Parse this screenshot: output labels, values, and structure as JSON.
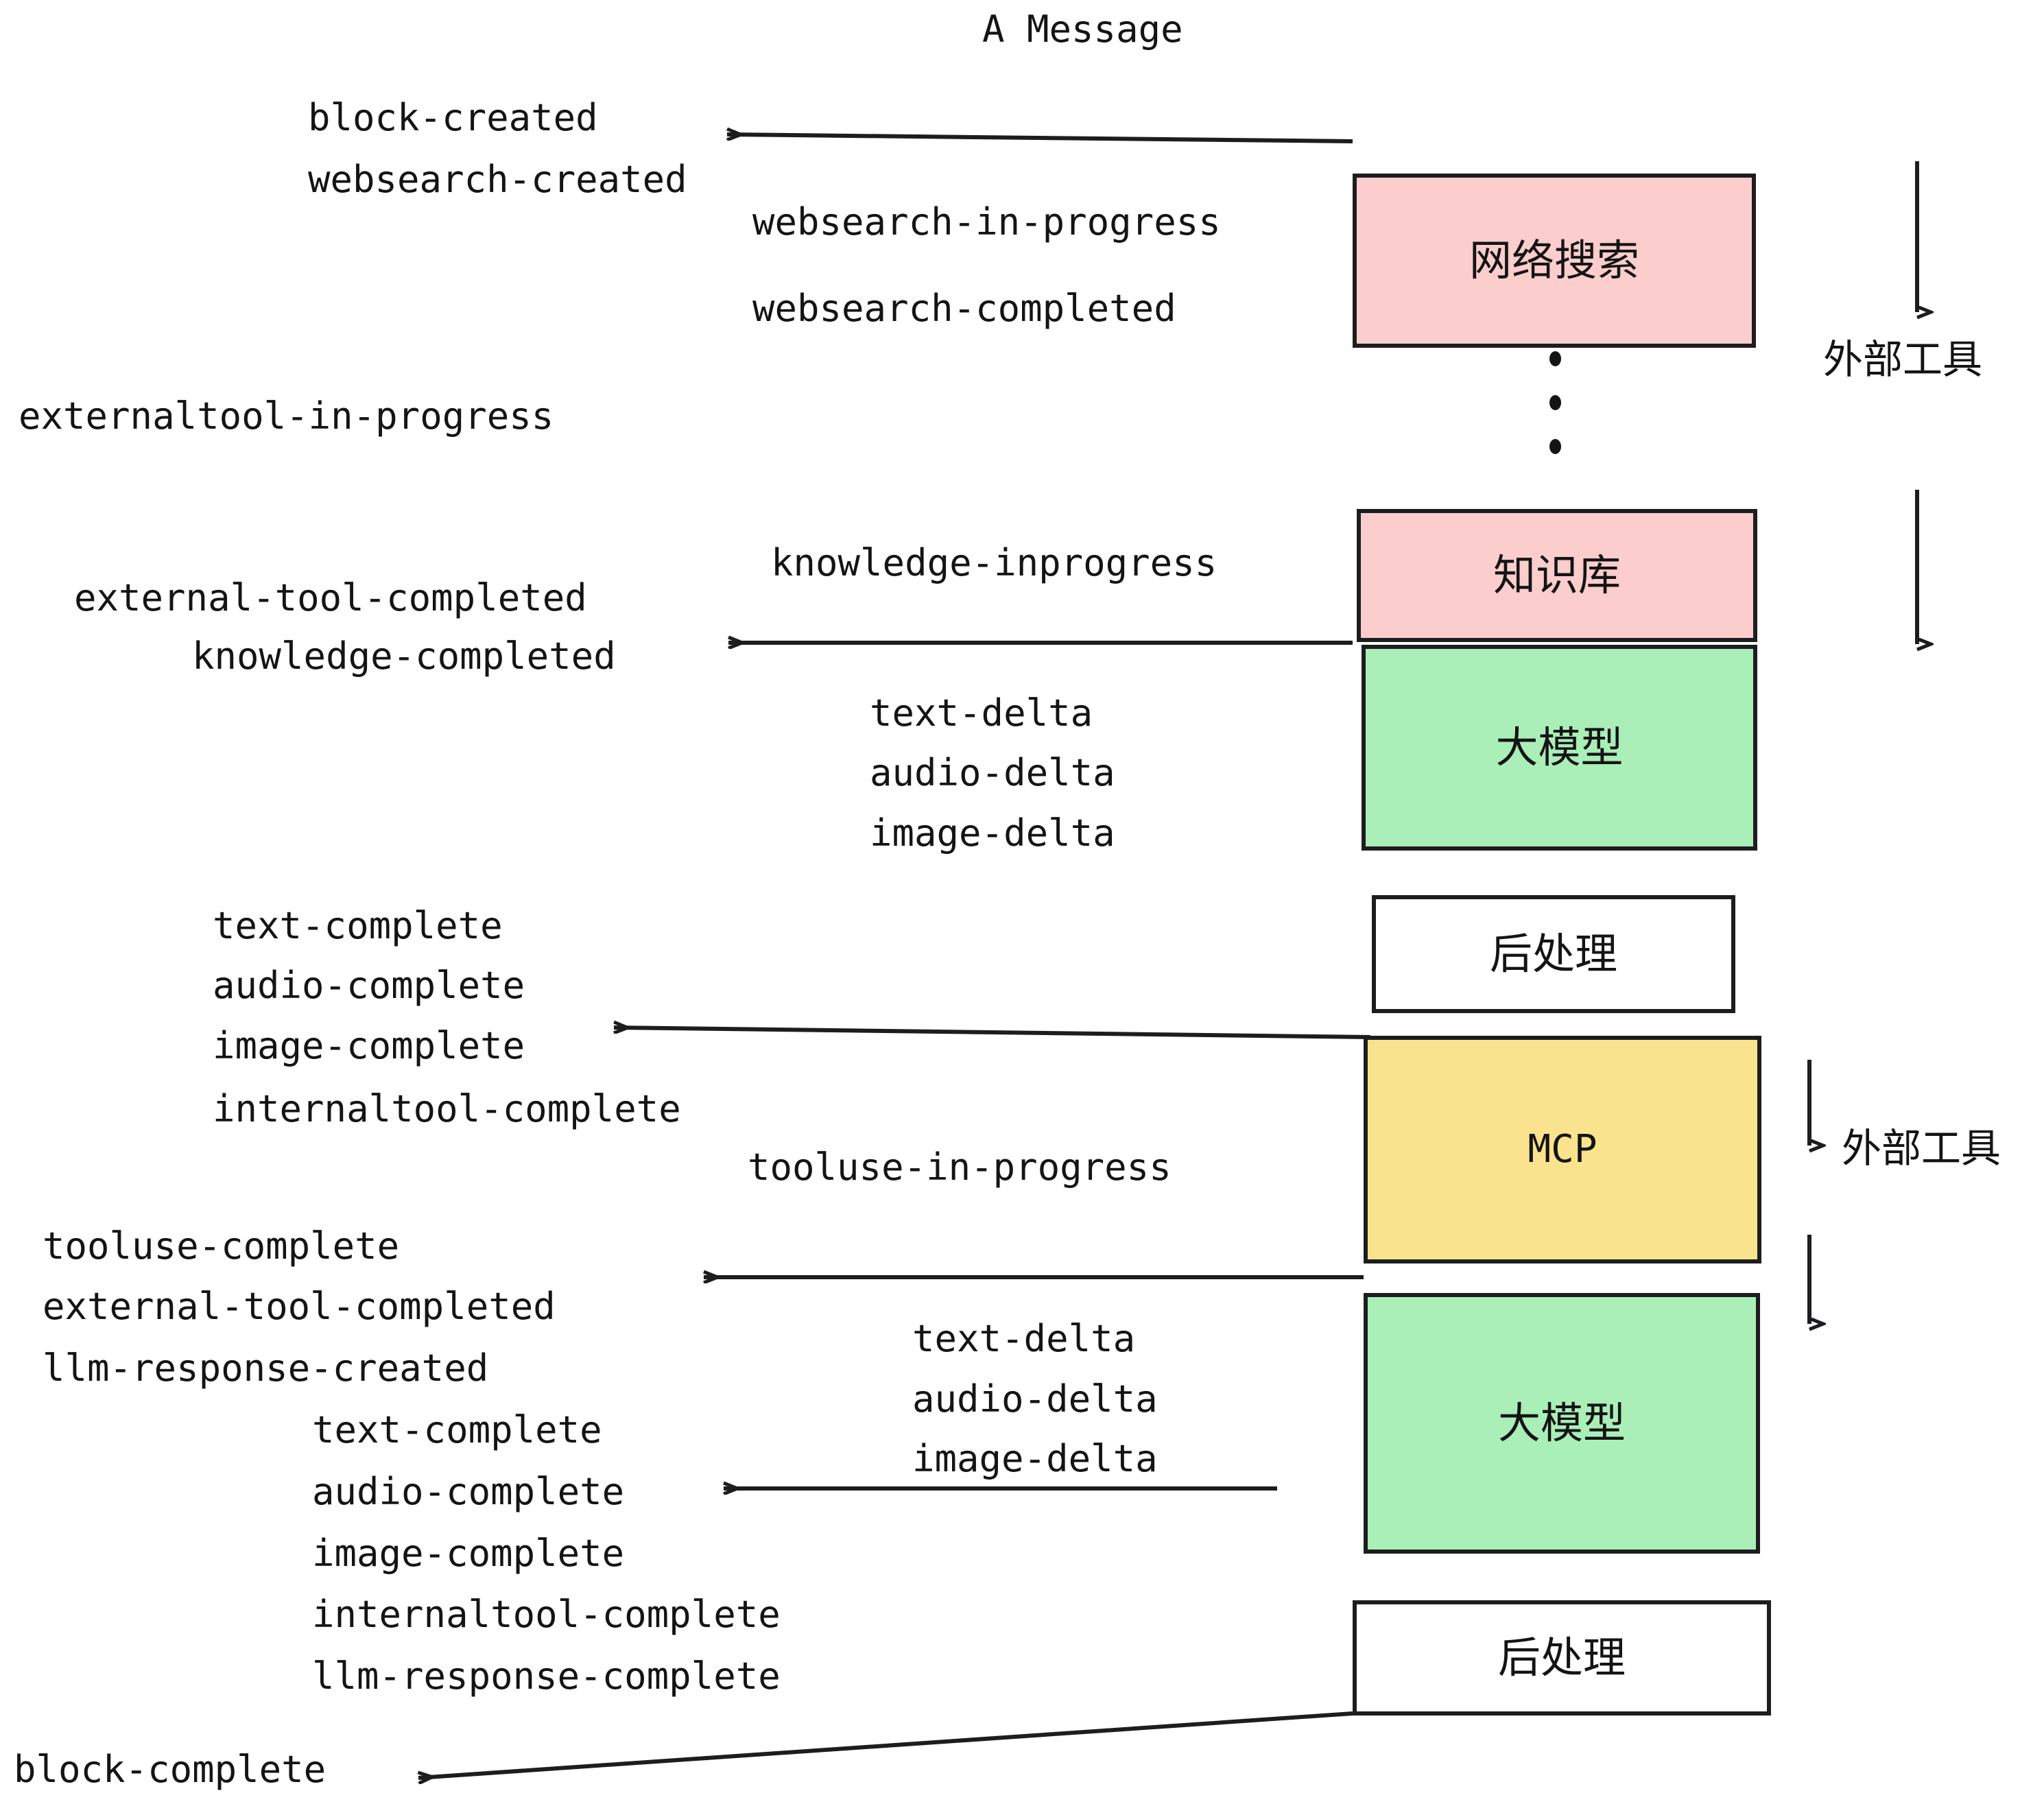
{
  "title": "A Message",
  "boxes": [
    {
      "id": "websearch",
      "label": "网络搜索",
      "color": "#fbcdcd"
    },
    {
      "id": "knowledge",
      "label": "知识库",
      "color": "#fbcdcd"
    },
    {
      "id": "llm-1",
      "label": "大模型",
      "color": "#aaeeb8"
    },
    {
      "id": "postprocess-1",
      "label": "后处理",
      "color": "#ffffff"
    },
    {
      "id": "mcp",
      "label": "MCP",
      "color": "#fae38e"
    },
    {
      "id": "llm-2",
      "label": "大模型",
      "color": "#aaeeb8"
    },
    {
      "id": "postprocess-2",
      "label": "后处理",
      "color": "#ffffff"
    }
  ],
  "side_labels": [
    {
      "id": "external-tool-top",
      "text": "外部工具"
    },
    {
      "id": "external-tool-bottom",
      "text": "外部工具"
    }
  ],
  "events": [
    {
      "id": "block-created",
      "text": "block-created"
    },
    {
      "id": "websearch-created",
      "text": "websearch-created"
    },
    {
      "id": "websearch-in-progress",
      "text": "websearch-in-progress"
    },
    {
      "id": "websearch-completed",
      "text": "websearch-completed"
    },
    {
      "id": "externaltool-in-progress",
      "text": "externaltool-in-progress"
    },
    {
      "id": "knowledge-inprogress",
      "text": "knowledge-inprogress"
    },
    {
      "id": "external-tool-completed-1",
      "text": "external-tool-completed"
    },
    {
      "id": "knowledge-completed",
      "text": "knowledge-completed"
    },
    {
      "id": "text-delta-1",
      "text": "text-delta"
    },
    {
      "id": "audio-delta-1",
      "text": "audio-delta"
    },
    {
      "id": "image-delta-1",
      "text": "image-delta"
    },
    {
      "id": "text-complete-1",
      "text": "text-complete"
    },
    {
      "id": "audio-complete-1",
      "text": "audio-complete"
    },
    {
      "id": "image-complete-1",
      "text": "image-complete"
    },
    {
      "id": "internaltool-complete-1",
      "text": "internaltool-complete"
    },
    {
      "id": "tooluse-in-progress",
      "text": "tooluse-in-progress"
    },
    {
      "id": "tooluse-complete",
      "text": "tooluse-complete"
    },
    {
      "id": "external-tool-completed-2",
      "text": "external-tool-completed"
    },
    {
      "id": "llm-response-created",
      "text": "llm-response-created"
    },
    {
      "id": "text-delta-2",
      "text": "text-delta"
    },
    {
      "id": "audio-delta-2",
      "text": "audio-delta"
    },
    {
      "id": "image-delta-2",
      "text": "image-delta"
    },
    {
      "id": "text-complete-2",
      "text": "text-complete"
    },
    {
      "id": "audio-complete-2",
      "text": "audio-complete"
    },
    {
      "id": "image-complete-2",
      "text": "image-complete"
    },
    {
      "id": "internaltool-complete-2",
      "text": "internaltool-complete"
    },
    {
      "id": "llm-response-complete",
      "text": "llm-response-complete"
    },
    {
      "id": "block-complete",
      "text": "block-complete"
    }
  ],
  "colors": {
    "pink": "#fbcdcd",
    "green": "#aaeeb8",
    "yellow": "#fae38e",
    "white": "#ffffff",
    "stroke": "#1d1d1f",
    "text": "#141414",
    "background": "#ffffff"
  }
}
